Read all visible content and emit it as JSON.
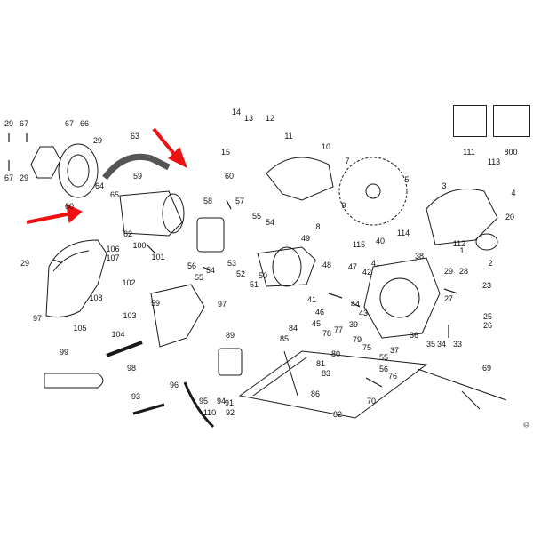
{
  "diagram": {
    "part_numbers": [
      "29",
      "67",
      "67",
      "66",
      "29",
      "67",
      "29",
      "63",
      "14",
      "13",
      "12",
      "15",
      "11",
      "10",
      "7",
      "60",
      "59",
      "64",
      "65",
      "60",
      "62",
      "58",
      "57",
      "55",
      "54",
      "8",
      "9",
      "3",
      "5",
      "113",
      "2",
      "1",
      "29",
      "97",
      "106",
      "107",
      "101",
      "100",
      "56",
      "54",
      "55",
      "53",
      "52",
      "51",
      "50",
      "49",
      "48",
      "115",
      "40",
      "114",
      "42",
      "41",
      "47",
      "38",
      "112",
      "29",
      "28",
      "27",
      "23",
      "25",
      "26",
      "108",
      "102",
      "103",
      "59",
      "97",
      "105",
      "104",
      "99",
      "98",
      "41",
      "46",
      "45",
      "44",
      "43",
      "39",
      "84",
      "85",
      "78",
      "77",
      "79",
      "80",
      "81",
      "83",
      "86",
      "82",
      "37",
      "75",
      "56",
      "55",
      "76",
      "70",
      "36",
      "35",
      "34",
      "33",
      "89",
      "96",
      "95",
      "94",
      "110",
      "91",
      "92",
      "93",
      "69",
      "800",
      "111",
      "4",
      "20"
    ],
    "copyright": "©"
  }
}
